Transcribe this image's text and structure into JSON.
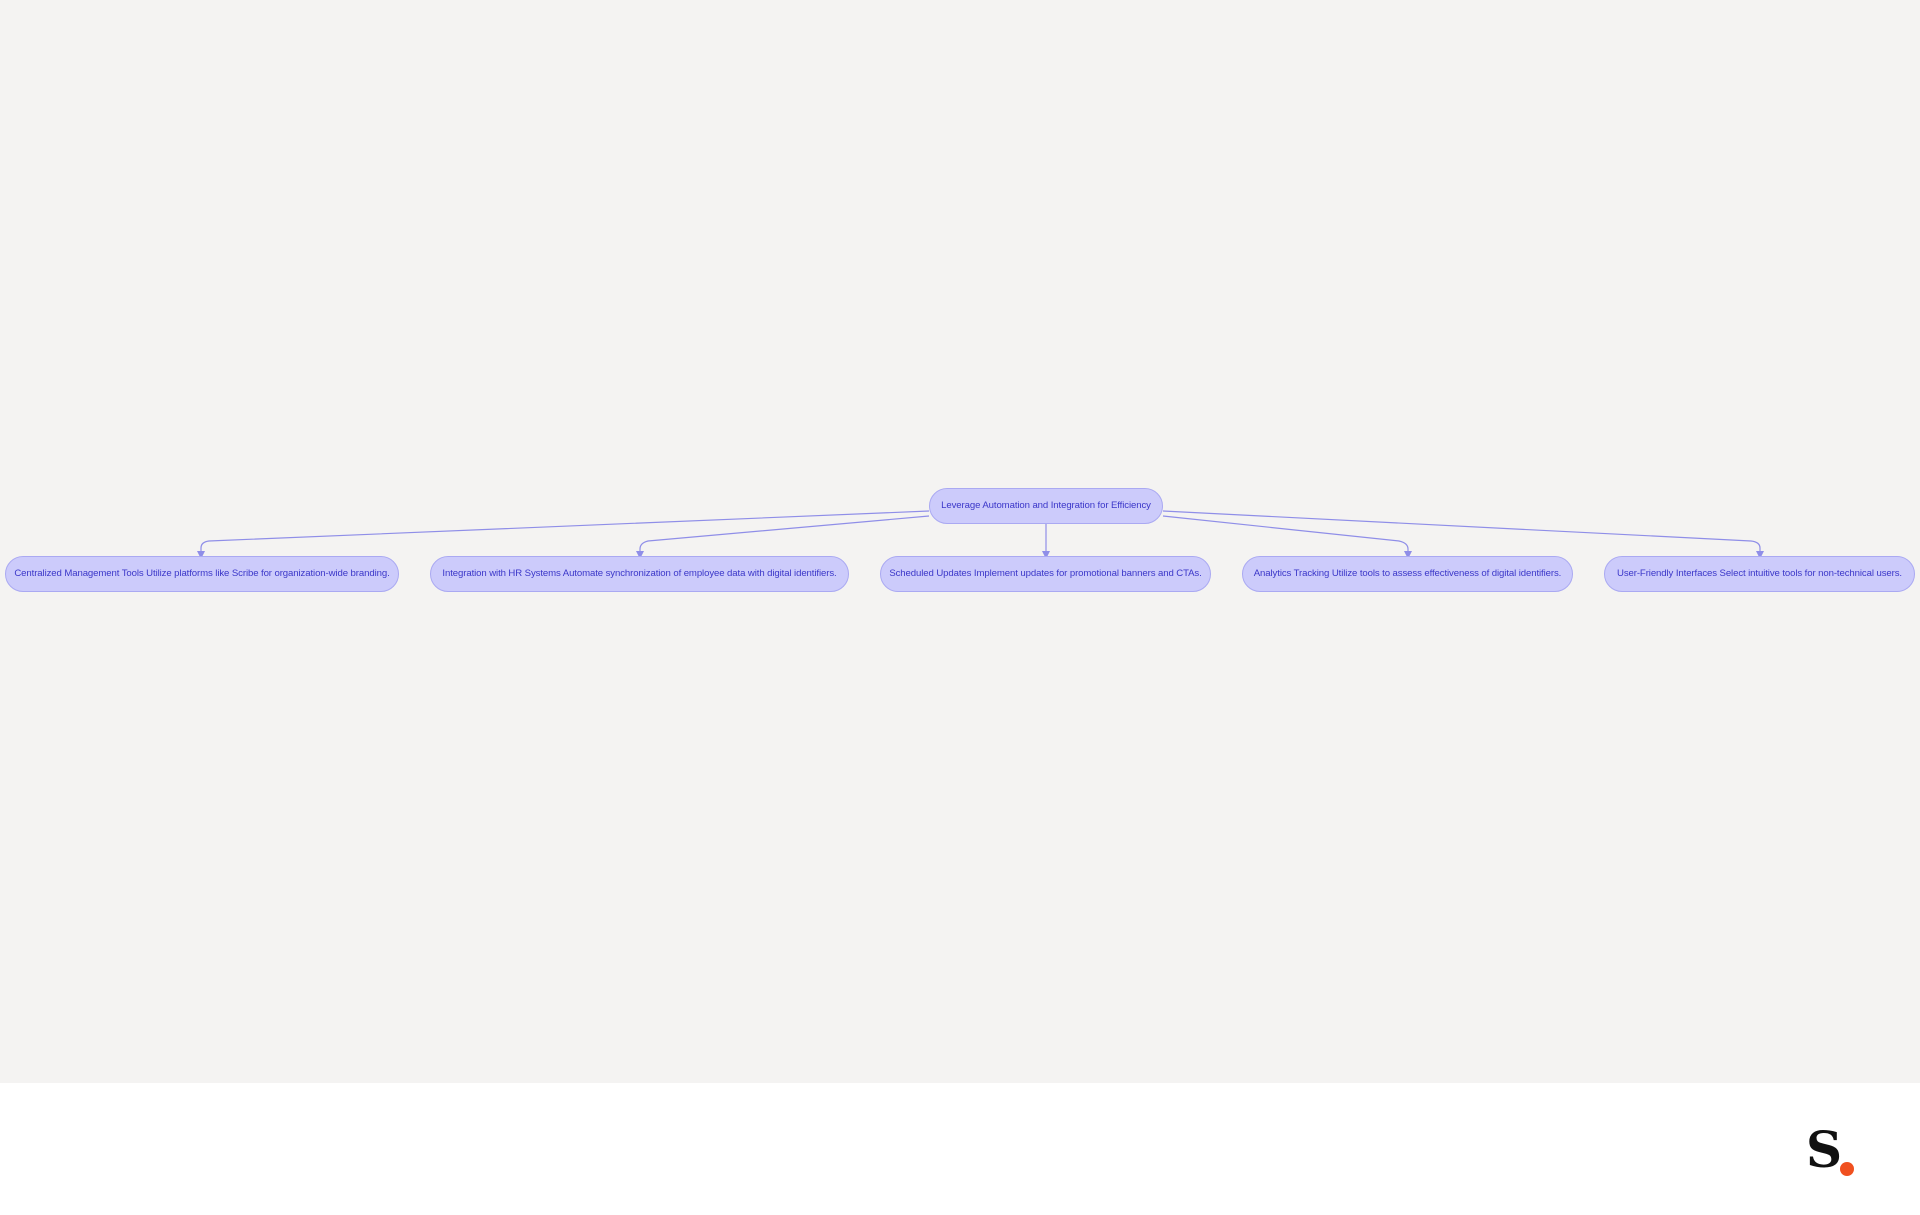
{
  "diagram": {
    "root": {
      "label": "Leverage Automation and Integration for Efficiency"
    },
    "children": [
      {
        "label": "Centralized Management Tools Utilize platforms like Scribe for organization-wide branding."
      },
      {
        "label": "Integration with HR Systems Automate synchronization of employee data with digital identifiers."
      },
      {
        "label": "Scheduled Updates Implement updates for promotional banners and CTAs."
      },
      {
        "label": "Analytics Tracking Utilize tools to assess effectiveness of digital identifiers."
      },
      {
        "label": "User-Friendly Interfaces Select intuitive tools for non-technical users."
      }
    ]
  },
  "logo": {
    "letter": "S",
    "dot_color": "#f0501f"
  },
  "colors": {
    "canvas": "#f4f3f2",
    "node_fill": "#cccbfb",
    "node_border": "#aaa9f2",
    "node_text": "#3b37c9",
    "edge": "#8f8ee8"
  }
}
